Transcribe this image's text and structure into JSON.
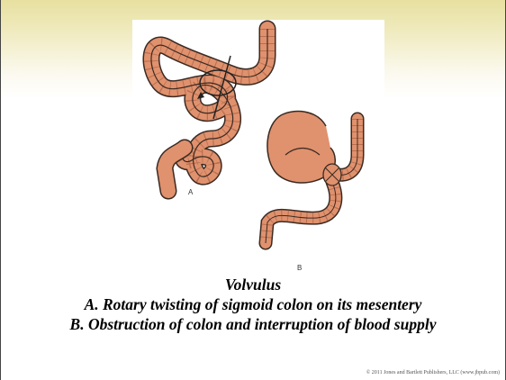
{
  "figure": {
    "panel_a_label": "A",
    "panel_b_label": "B",
    "colon_color": "#e0916d",
    "outline_color": "#3a2a22"
  },
  "caption": {
    "title": "Volvulus",
    "line_a": "A. Rotary twisting of sigmoid colon on its mesentery",
    "line_b": "B. Obstruction of colon and interruption of blood supply"
  },
  "copyright": "© 2011 Jones and Bartlett Publishers, LLC (www.jbpub.com)"
}
